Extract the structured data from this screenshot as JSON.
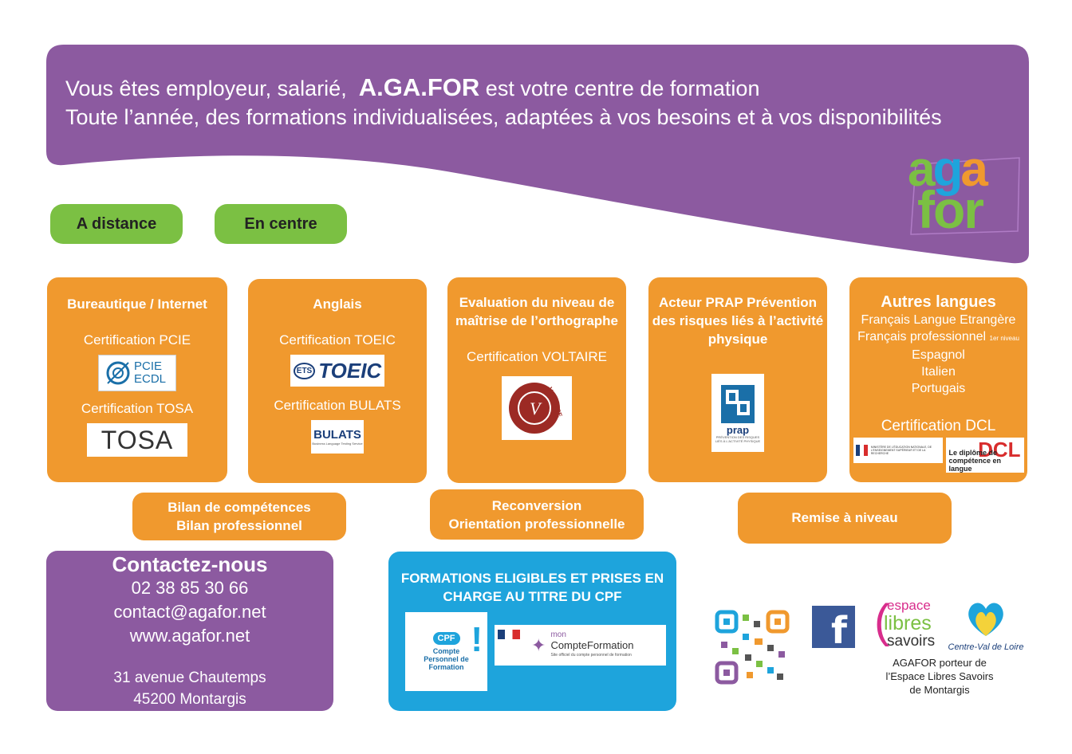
{
  "header": {
    "line1_prefix": "Vous êtes employeur, salarié,",
    "brand": "A.GA.FOR",
    "line1_suffix": "est votre centre de formation",
    "line2": "Toute l’année, des formations individualisées, adaptées à vos besoins et à vos disponibilités"
  },
  "logo": {
    "top": "aga",
    "bottom": "for"
  },
  "modes": [
    "A distance",
    "En centre"
  ],
  "cards": {
    "bureautique": {
      "title": "Bureautique / Internet",
      "cert1": "Certification PCIE",
      "logo1": "PCIE ECDL",
      "cert2": "Certification TOSA",
      "logo2": "TOSA"
    },
    "anglais": {
      "title": "Anglais",
      "cert1": "Certification TOEIC",
      "logo1_ets": "ETS",
      "logo1": "TOEIC",
      "cert2": "Certification BULATS",
      "logo2": "BULATS",
      "logo2_sub": "Business Language Testing Service"
    },
    "orthographe": {
      "title": "Evaluation du niveau de maîtrise de l’orthographe",
      "cert": "Certification VOLTAIRE",
      "logo": "VOLTAIRE"
    },
    "prap": {
      "title": "Acteur PRAP Prévention des risques liés à l’activité physique",
      "logo": "prap",
      "logo_sub": "PRÉVENTION DES RISQUES LIÉS À L'ACTIVITÉ PHYSIQUE"
    },
    "langues": {
      "title": "Autres langues",
      "items": [
        "Français Langue Etrangère",
        "Français professionnel",
        "Espagnol",
        "Italien",
        "Portugais"
      ],
      "level_note": "1er niveau",
      "cert": "Certification DCL",
      "dcl": "DCL",
      "dcl_sub": "Le diplôme de compétence en langue",
      "ministry": "MINISTÈRE DE L'ÉDUCATION NATIONALE, DE L'ENSEIGNEMENT SUPÉRIEUR ET DE LA RECHERCHE"
    }
  },
  "pills": {
    "bilan": [
      "Bilan de compétences",
      "Bilan professionnel"
    ],
    "reconversion": [
      "Reconversion",
      "Orientation professionnelle"
    ],
    "remise": "Remise à niveau"
  },
  "contact": {
    "title": "Contactez-nous",
    "phone": "02 38 85 30 66",
    "email": "contact@agafor.net",
    "web": "www.agafor.net",
    "address1": "31 avenue Chautemps",
    "address2": "45200 Montargis"
  },
  "cpf": {
    "title": "FORMATIONS ELIGIBLES ET PRISES EN CHARGE AU TITRE DU CPF",
    "badge": "CPF",
    "badge_text": "Compte Personnel de Formation",
    "mon": "mon",
    "compte": "CompteFormation",
    "site": "Site officiel du compte personnel de formation"
  },
  "footer": {
    "espace_top": "espace",
    "espace_mid": "libres",
    "espace_bot": "savoirs",
    "region": "Centre-Val de Loire",
    "caption": [
      "AGAFOR porteur de",
      "l’Espace Libres Savoirs",
      "de Montargis"
    ]
  },
  "colors": {
    "purple": "#8c5aa0",
    "orange": "#f0992e",
    "green": "#7bc043",
    "blue": "#1ea4dc"
  }
}
